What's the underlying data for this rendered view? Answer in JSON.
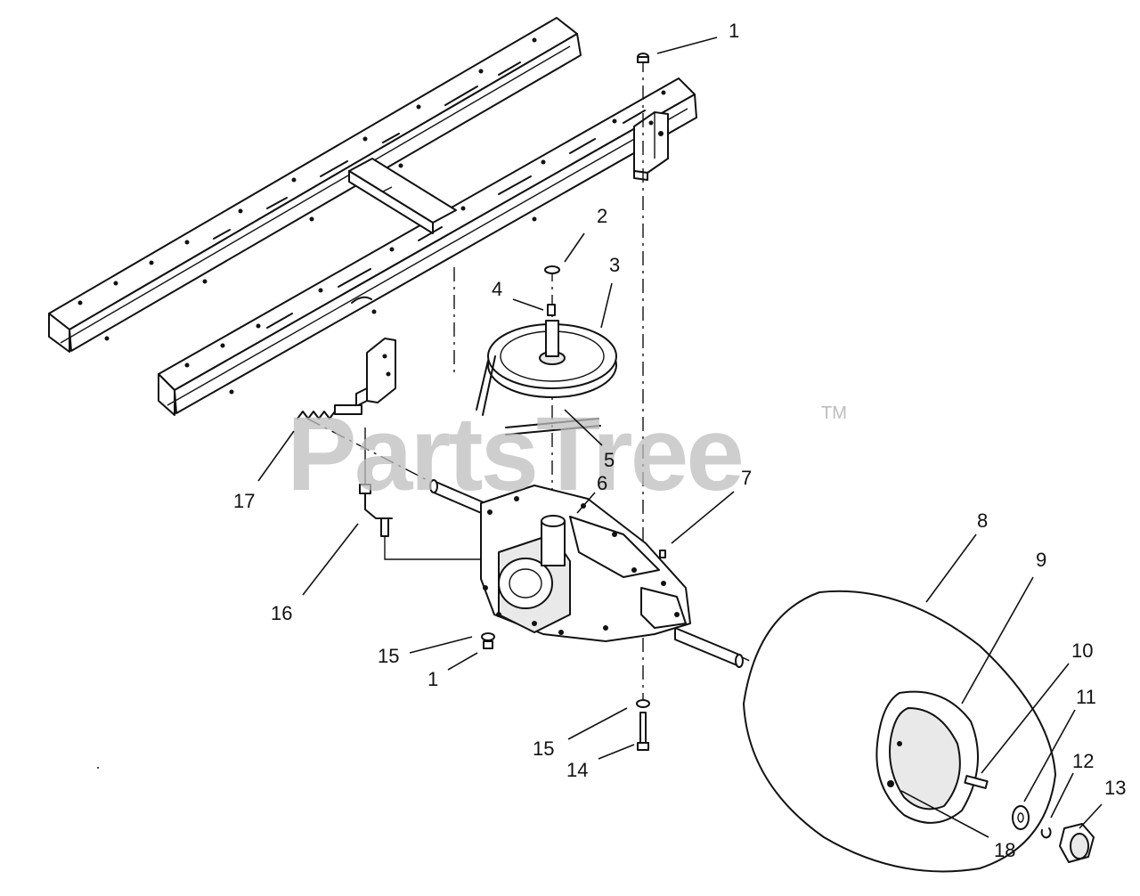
{
  "watermark": {
    "text": "PartsTree",
    "trademark": "TM"
  },
  "callouts": [
    {
      "id": "c1a",
      "label": "1"
    },
    {
      "id": "c2",
      "label": "2"
    },
    {
      "id": "c3",
      "label": "3"
    },
    {
      "id": "c4",
      "label": "4"
    },
    {
      "id": "c5",
      "label": "5"
    },
    {
      "id": "c6",
      "label": "6"
    },
    {
      "id": "c7",
      "label": "7"
    },
    {
      "id": "c8",
      "label": "8"
    },
    {
      "id": "c9",
      "label": "9"
    },
    {
      "id": "c10",
      "label": "10"
    },
    {
      "id": "c11",
      "label": "11"
    },
    {
      "id": "c12",
      "label": "12"
    },
    {
      "id": "c13",
      "label": "13"
    },
    {
      "id": "c14",
      "label": "14"
    },
    {
      "id": "c15a",
      "label": "15"
    },
    {
      "id": "c15b",
      "label": "15"
    },
    {
      "id": "c1b",
      "label": "1"
    },
    {
      "id": "c16",
      "label": "16"
    },
    {
      "id": "c17",
      "label": "17"
    },
    {
      "id": "c18",
      "label": "18"
    }
  ]
}
